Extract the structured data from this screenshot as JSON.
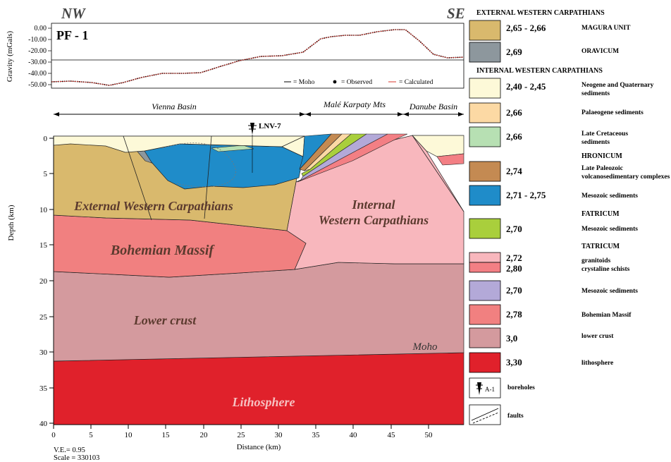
{
  "gravity_panel": {
    "dir_left": "NW",
    "dir_right": "SE",
    "profile": "PF - 1",
    "ylabel": "Gravity (mGals)",
    "yticks": [
      "0.00",
      "-10.00",
      "-20.00",
      "-30.00",
      "-40.00",
      "-50.00"
    ],
    "legend": {
      "moho": "= Moho",
      "observed": "= Observed",
      "calculated": "= Calculated"
    }
  },
  "regions": {
    "vienna": "Vienna Basin",
    "male": "Malé Karpaty Mts",
    "danube": "Danube Basin"
  },
  "borehole": "LNV-7",
  "section": {
    "ylabel": "Depth (km)",
    "xlabel": "Distance (km)",
    "xticks": [
      "0",
      "5",
      "10",
      "15",
      "20",
      "25",
      "30",
      "35",
      "40",
      "45",
      "50"
    ],
    "yticks": [
      "0",
      "5",
      "10",
      "15",
      "20",
      "25",
      "30",
      "35",
      "40"
    ],
    "labels": {
      "ewc": "External Western Carpathians",
      "iwc1": "Internal",
      "iwc2": "Western Carpathians",
      "bohemian": "Bohemian Massif",
      "lower": "Lower crust",
      "moho": "Moho",
      "litho": "Lithosphere"
    },
    "ve": "V.E.= 0.95",
    "scale": "Scale = 330103"
  },
  "legend": {
    "ext_header": "EXTERNAL WESTERN CARPATHIANS",
    "int_header": "INTERNAL WESTERN CARPATHIANS",
    "items": [
      {
        "color": "#d9b96d",
        "value": "2,65 - 2,66",
        "label": "MAGURA UNIT"
      },
      {
        "color": "#8d979d",
        "value": "2,69",
        "label": "ORAVICUM"
      },
      {
        "color": "#fdf9d8",
        "value": "2,40 - 2,45",
        "label": "Neogene and Quaternary",
        "label2": "sediments"
      },
      {
        "color": "#fcd9a4",
        "value": "2,66",
        "label": "Palaeogene sediments"
      },
      {
        "color": "#b7e0b3",
        "value": "2,66",
        "label": "Late Cretaceous",
        "label2": "sediments"
      },
      {
        "color": "#c48a52",
        "value": "2,74",
        "label": "Late Paleozoic",
        "label2": "volcanosedimentary complexes"
      },
      {
        "color": "#1f8cc9",
        "value": "2,71 - 2,75",
        "label": "Mesozoic sediments"
      },
      {
        "color": "#a9cf3c",
        "value": "2,70",
        "label": "Mesozoic sediments"
      },
      {
        "color": "#f8b7bd",
        "value": "2,72",
        "label": "granitoids"
      },
      {
        "color": "#f37f84",
        "value": "2,80",
        "label": "crystaline schists"
      },
      {
        "color": "#b3a9d8",
        "value": "2,70",
        "label": "Mesozoic sediments"
      },
      {
        "color": "#f18080",
        "value": "2,78",
        "label": "Bohemian Massif"
      },
      {
        "color": "#d49a9e",
        "value": "3,0",
        "label": "lower crust"
      },
      {
        "color": "#e0212b",
        "value": "3,30",
        "label": "lithosphere"
      }
    ],
    "hronicum": "HRONICUM",
    "fatricum": "FATRICUM",
    "tatricum": "TATRICUM",
    "boreholes_sym": "A-1",
    "boreholes": "boreholes",
    "faults": "faults"
  }
}
